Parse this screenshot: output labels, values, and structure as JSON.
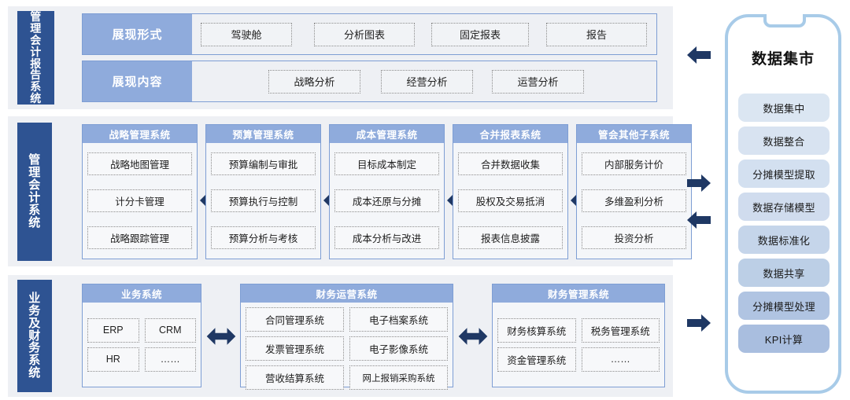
{
  "sections": [
    {
      "id": "report",
      "side_label": "管理会计报告系统",
      "rows": [
        {
          "head": "展现形式",
          "chips": [
            "驾驶舱",
            "分析图表",
            "固定报表",
            "报告"
          ]
        },
        {
          "head": "展现内容",
          "chips": [
            "战略分析",
            "经营分析",
            "运营分析"
          ]
        }
      ]
    },
    {
      "id": "accounting",
      "side_label": "管理会计系统",
      "cards": [
        {
          "title": "战略管理系统",
          "items": [
            "战略地图管理",
            "计分卡管理",
            "战略跟踪管理"
          ]
        },
        {
          "title": "预算管理系统",
          "items": [
            "预算编制与审批",
            "预算执行与控制",
            "预算分析与考核"
          ]
        },
        {
          "title": "成本管理系统",
          "items": [
            "目标成本制定",
            "成本还原与分摊",
            "成本分析与改进"
          ]
        },
        {
          "title": "合并报表系统",
          "items": [
            "合并数据收集",
            "股权及交易抵消",
            "报表信息披露"
          ]
        },
        {
          "title": "管会其他子系统",
          "items": [
            "内部服务计价",
            "多维盈利分析",
            "投资分析"
          ]
        }
      ]
    },
    {
      "id": "business",
      "side_label": "业务及财务系统",
      "cards": [
        {
          "title": "业务系统",
          "items": [
            "ERP",
            "CRM",
            "HR",
            "……"
          ]
        },
        {
          "title": "财务运营系统",
          "items": [
            "合同管理系统",
            "电子档案系统",
            "发票管理系统",
            "电子影像系统",
            "营收结算系统",
            "网上报销采购系统"
          ]
        },
        {
          "title": "财务管理系统",
          "items": [
            "财务核算系统",
            "税务管理系统",
            "资金管理系统",
            "……"
          ]
        }
      ]
    }
  ],
  "arrows": [
    {
      "name": "arrow-market-to-report",
      "direction": "left"
    },
    {
      "name": "arrow-accounting-to-market",
      "direction": "right"
    },
    {
      "name": "arrow-market-to-accounting",
      "direction": "left"
    },
    {
      "name": "arrow-business-to-market",
      "direction": "right"
    }
  ],
  "inner_arrows": {
    "direction": "both",
    "name": "arrow-bidirectional"
  },
  "market": {
    "title": "数据集市",
    "items": [
      {
        "label": "数据集中",
        "color": "#dbe6f2"
      },
      {
        "label": "数据整合",
        "color": "#d8e3f1"
      },
      {
        "label": "分摊模型提取",
        "color": "#d3e0f0"
      },
      {
        "label": "数据存储模型",
        "color": "#d0dcee"
      },
      {
        "label": "数据标准化",
        "color": "#c5d5ea"
      },
      {
        "label": "数据共享",
        "color": "#bccfe6"
      },
      {
        "label": "分摊模型处理",
        "color": "#b0c4e2"
      },
      {
        "label": "KPI计算",
        "color": "#a9bedf"
      }
    ]
  },
  "colors": {
    "band_bg": "#eef0f4",
    "side_label_bg": "#2e5392",
    "card_header_bg": "#8fabdc",
    "card_border": "#7e9ed4",
    "arrow": "#1f3864",
    "market_border": "#a8cbe8"
  }
}
